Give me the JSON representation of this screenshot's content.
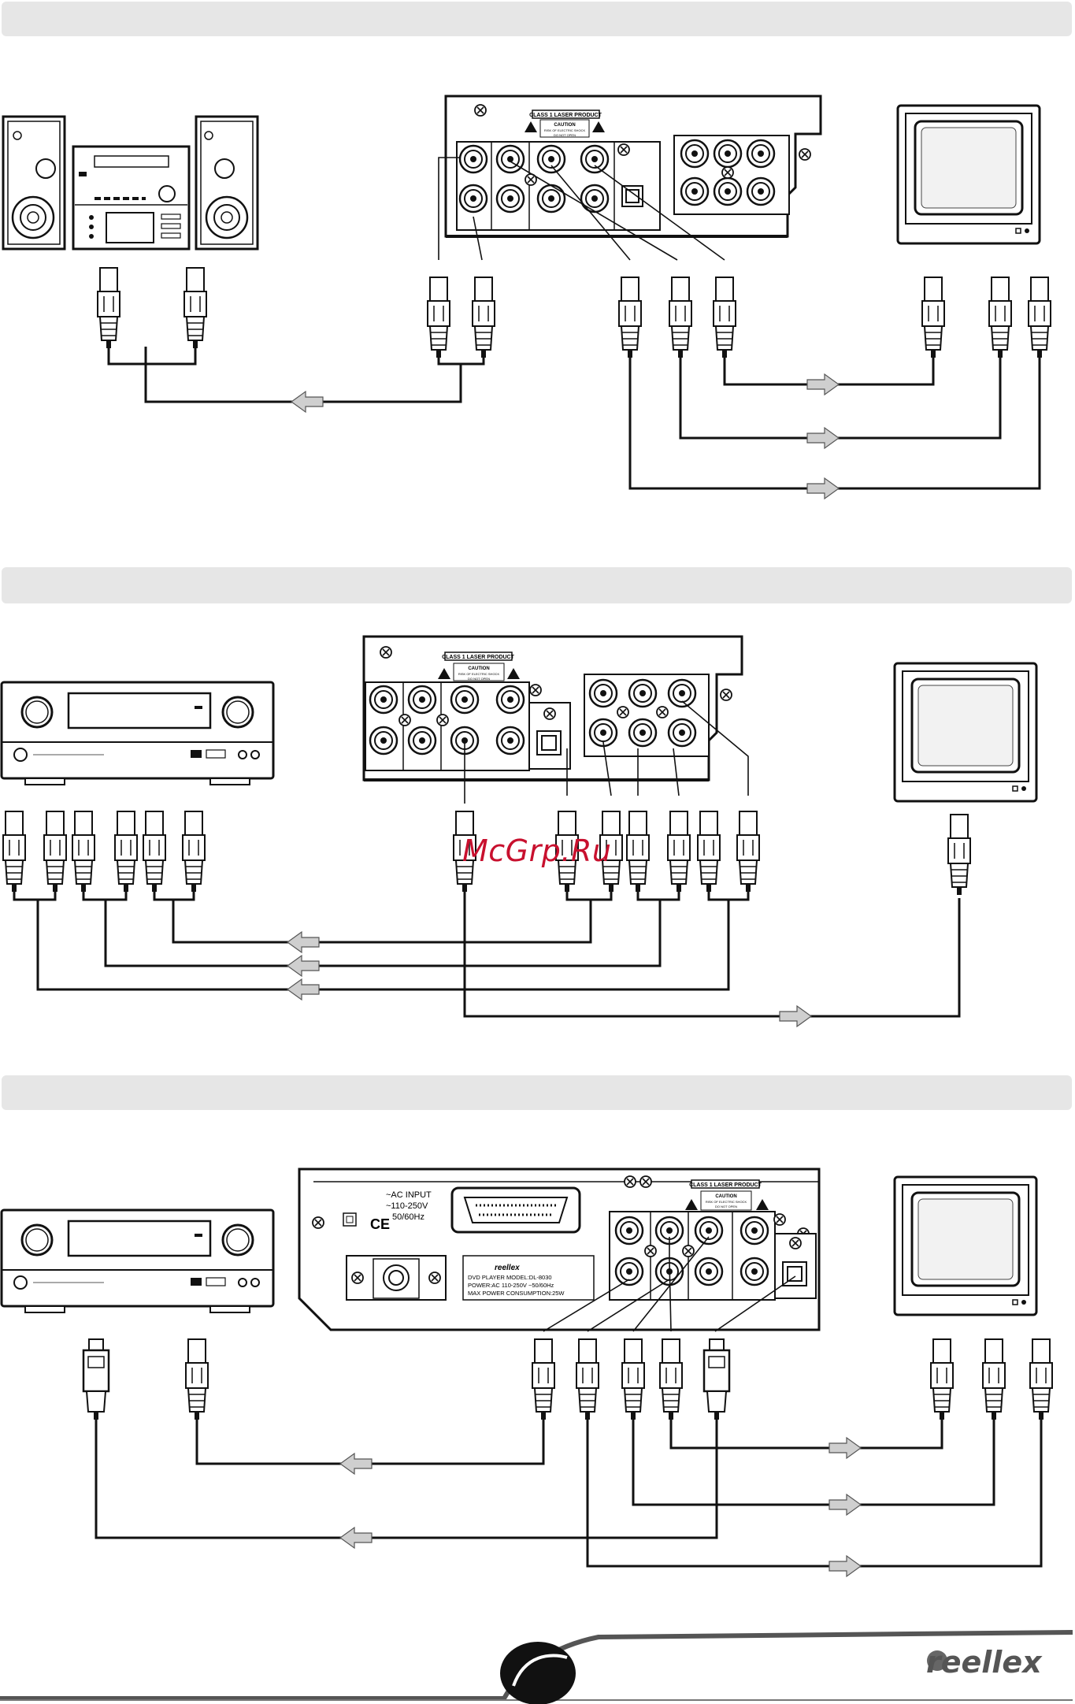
{
  "sections": [
    {
      "id": "stereo-tv",
      "header": ""
    },
    {
      "id": "receiver-component",
      "header": ""
    },
    {
      "id": "receiver-optical",
      "header": ""
    }
  ],
  "labels": {
    "class1": "CLASS 1 LASER PRODUCT",
    "caution": "CAUTION",
    "shock": "RISK OF ELECTRIC SHOCK",
    "donotopen": "DO NOT OPEN",
    "ac_input": "~AC INPUT",
    "ac_range": "~110-250V",
    "ac_freq": "50/60Hz",
    "ce": "CE",
    "plate_brand": "reellex",
    "plate_model": "DVD PLAYER      MODEL:DL-8030",
    "plate_power": "POWER:AC 110-250V ~50/60Hz",
    "plate_consumption": "MAX POWER CONSUMPTION:25W"
  },
  "watermark": "McGrp.Ru",
  "brand": "reellex",
  "colors": {
    "band": "#e6e6e6",
    "line": "#1a1a1a",
    "arrow": "#cfcfcf",
    "watermark": "#c8102e"
  }
}
